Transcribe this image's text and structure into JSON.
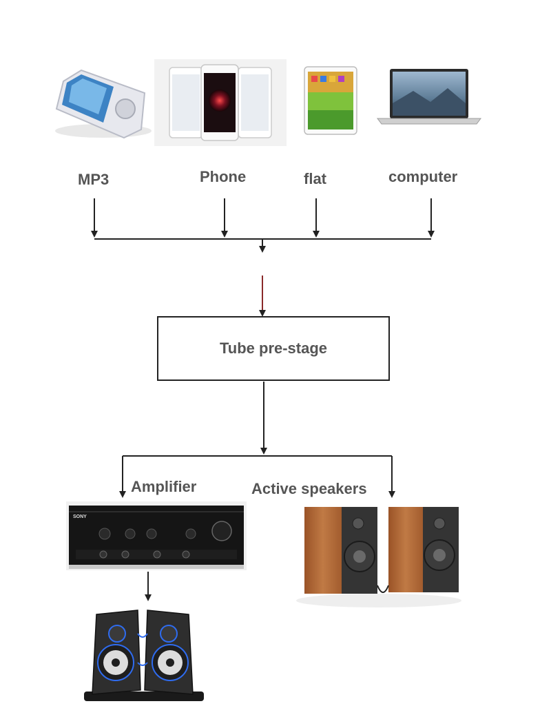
{
  "sources": [
    {
      "label": "MP3",
      "icon": "mp3-player-icon"
    },
    {
      "label": "Phone",
      "icon": "smartphones-icon"
    },
    {
      "label": "flat",
      "icon": "tablet-icon"
    },
    {
      "label": "computer",
      "icon": "laptop-icon"
    }
  ],
  "stage": {
    "label": "Tube pre-stage"
  },
  "outputs": [
    {
      "label": "Amplifier",
      "icon": "amplifier-icon"
    },
    {
      "label": "Active speakers",
      "icon": "wooden-speakers-icon"
    }
  ],
  "amplifier_speakers": {
    "icon": "speakers-icon"
  },
  "brand_marks": {
    "amplifier": "SONY"
  },
  "colors": {
    "line": "#222222",
    "label_text": "#555555",
    "accent_red": "#b5382c",
    "wood": "#b8693a",
    "blue_glow": "#2f6cf0"
  }
}
